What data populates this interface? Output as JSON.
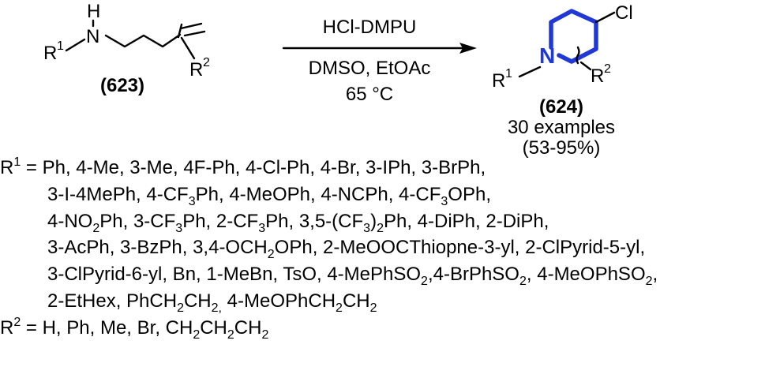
{
  "reactant": {
    "nh_h": "H",
    "nh_n": "N",
    "r1": "R",
    "r1_sup": "1",
    "r2": "R",
    "r2_sup": "2",
    "compound_number": "(623)"
  },
  "conditions": {
    "reagent": "HCl-DMPU",
    "solvents": "DMSO, EtOAc",
    "temperature": "65 °C"
  },
  "product": {
    "n_atom": "N",
    "cl_atom": "Cl",
    "r1": "R",
    "r1_sup": "1",
    "r2": "R",
    "r2_sup": "2",
    "compound_number": "(624)",
    "examples": "30 examples",
    "yield_range": "(53-95%)",
    "ring_color": "#1f38d6"
  },
  "substituents": {
    "r1_label": "R",
    "r1_sup": "1",
    "r1_eq": " = Ph, 4-Me, 3-Me, 4F-Ph, 4-Cl-Ph, 4-Br, 3-IPh, 3-BrPh,",
    "line2": [
      {
        "t": "3-I-4MePh, 4-CF"
      },
      {
        "sub": "3"
      },
      {
        "t": "Ph, 4-MeOPh, 4-NCPh, 4-CF"
      },
      {
        "sub": "3"
      },
      {
        "t": "OPh,"
      }
    ],
    "line3": [
      {
        "t": "4-NO"
      },
      {
        "sub": "2"
      },
      {
        "t": "Ph, 3-CF"
      },
      {
        "sub": "3"
      },
      {
        "t": "Ph, 2-CF"
      },
      {
        "sub": "3"
      },
      {
        "t": "Ph, 3,5-(CF"
      },
      {
        "sub": "3"
      },
      {
        "t": ")"
      },
      {
        "sub": "2"
      },
      {
        "t": "Ph, 4-DiPh, 2-DiPh,"
      }
    ],
    "line4": [
      {
        "t": "3-AcPh, 3-BzPh, 3,4-OCH"
      },
      {
        "sub": "2"
      },
      {
        "t": "OPh, 2-MeOOCThiopne-3-yl, 2-ClPyrid-5-yl,"
      }
    ],
    "line5": [
      {
        "t": "3-ClPyrid-6-yl, Bn, 1-MeBn, TsO, 4-MePhSO"
      },
      {
        "sub": "2"
      },
      {
        "t": ",4-BrPhSO"
      },
      {
        "sub": "2"
      },
      {
        "t": ", 4-MeOPhSO"
      },
      {
        "sub": "2"
      },
      {
        "t": ","
      }
    ],
    "line6": [
      {
        "t": "2-EtHex, PhCH"
      },
      {
        "sub": "2"
      },
      {
        "t": "CH"
      },
      {
        "sub": "2,"
      },
      {
        "t": " 4-MeOPhCH"
      },
      {
        "sub": "2"
      },
      {
        "t": "CH"
      },
      {
        "sub": "2"
      }
    ],
    "r2_label": "R",
    "r2_sup": "2",
    "line7": [
      {
        "t": " = H, Ph, Me, Br, CH"
      },
      {
        "sub": "2"
      },
      {
        "t": "CH"
      },
      {
        "sub": "2"
      },
      {
        "t": "CH"
      },
      {
        "sub": "2"
      }
    ]
  }
}
